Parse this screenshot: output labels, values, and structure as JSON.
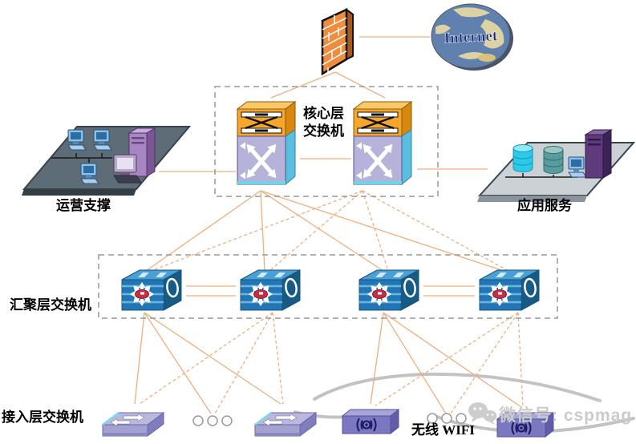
{
  "diagram": {
    "internet": {
      "label": "Internet"
    },
    "core": {
      "label_line1": "核心层",
      "label_line2": "交换机",
      "switch_count": 2
    },
    "left_zone": {
      "label": "运营支撑"
    },
    "right_zone": {
      "label": "应用服务"
    },
    "aggregation": {
      "label": "汇聚层交换机",
      "switch_count": 4
    },
    "access": {
      "label": "接入层交换机"
    },
    "wireless": {
      "label": "无线 WIFI"
    },
    "watermark": {
      "text": "微信号: cspmag"
    },
    "icons": {
      "firewall": "firewall-brick-wall",
      "internet_globe": "internet-globe",
      "core_switch": "multilayer-switch",
      "aggregation_switch": "layer3-switch-cube",
      "access_switch": "workgroup-switch",
      "wireless_ap": "wireless-access-point",
      "workstation": "desktop-pc",
      "server_tower": "tower-server",
      "database": "database-cylinder",
      "wechat": "wechat-logo",
      "ellipsis": "more-devices-dots"
    },
    "colors": {
      "link_line": "#f0ae7c",
      "group_border": "#999999",
      "core_switch_top": "#f6a72b",
      "core_switch_body": "#b6b3da",
      "aggregation_blue": "#2276b5",
      "access_lavender": "#bab7e0",
      "ap_purple": "#7b78bf",
      "firewall_orange": "#ef8d3e",
      "globe_blue": "#6080b0",
      "platform_left": "#5d6c76",
      "platform_right": "#ccd1d5",
      "watermark_gray": "#cccccc"
    }
  }
}
